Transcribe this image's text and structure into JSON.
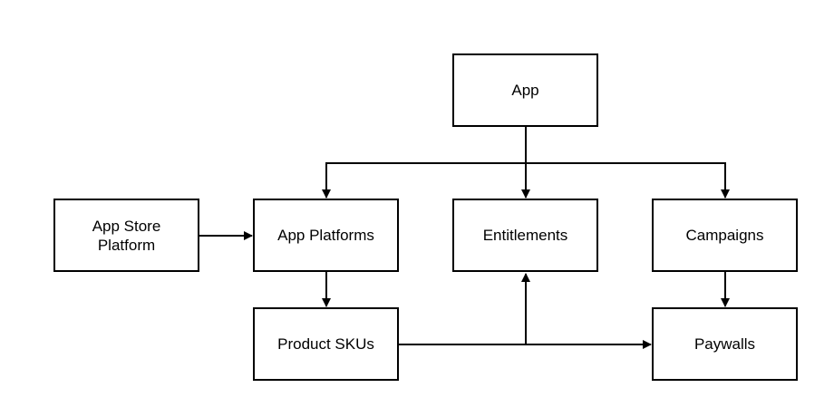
{
  "diagram": {
    "nodes": {
      "app": "App",
      "app_store_platform": "App Store\nPlatform",
      "app_platforms": "App Platforms",
      "entitlements": "Entitlements",
      "campaigns": "Campaigns",
      "product_skus": "Product SKUs",
      "paywalls": "Paywalls"
    },
    "edges": [
      {
        "from": "App",
        "to": "App Platforms"
      },
      {
        "from": "App",
        "to": "Entitlements"
      },
      {
        "from": "App",
        "to": "Campaigns"
      },
      {
        "from": "App Store Platform",
        "to": "App Platforms"
      },
      {
        "from": "App Platforms",
        "to": "Product SKUs"
      },
      {
        "from": "Campaigns",
        "to": "Paywalls"
      },
      {
        "from": "Product SKUs",
        "to": "Entitlements"
      },
      {
        "from": "Product SKUs",
        "to": "Paywalls"
      }
    ],
    "colors": {
      "stroke": "#000000",
      "background": "#ffffff"
    }
  }
}
